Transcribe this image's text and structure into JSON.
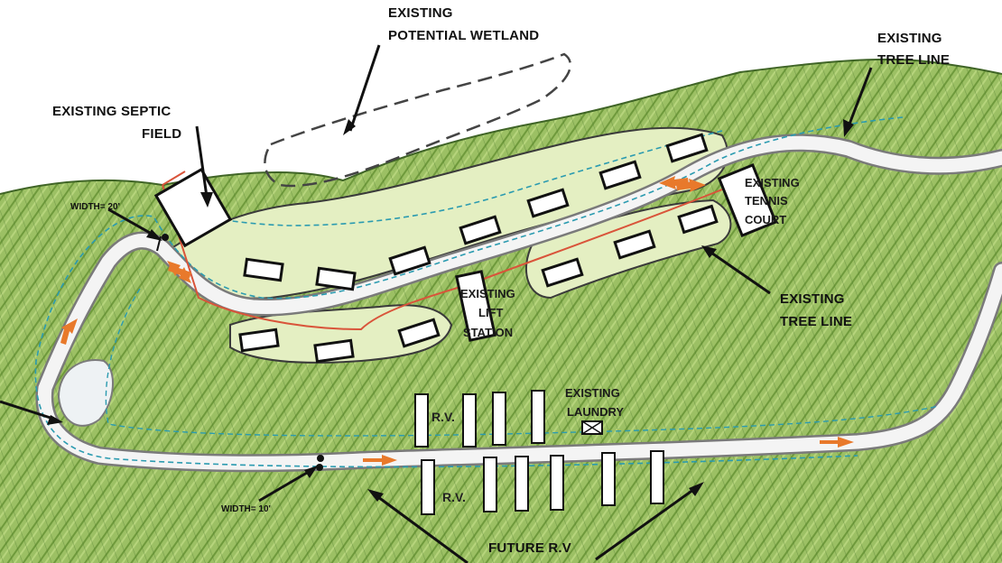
{
  "colors": {
    "vegetation": "#8fb55a",
    "vegetation_dark": "#4f7a2f",
    "clearing": "#e4efc2",
    "road": "#f4f4f4",
    "road_edge": "#7a7a7a",
    "sewer_line": "#d9543a",
    "water_line": "#2b9bb0",
    "flow_arrow": "#e8792b",
    "wetland_outline": "#444444",
    "label": "#111111"
  },
  "labels": {
    "wetland_line1": "EXISTING",
    "wetland_line2": "POTENTIAL WETLAND",
    "tree_line_top_1": "EXISTING",
    "tree_line_top_2": "TREE LINE",
    "septic_line1": "EXISTING SEPTIC",
    "septic_line2": "FIELD",
    "width_top": "WIDTH= 20'",
    "tennis_1": "EXISTING",
    "tennis_2": "TENNIS",
    "tennis_3": "COURT",
    "tree_line_mid_1": "EXISTING",
    "tree_line_mid_2": "TREE LINE",
    "lift_1": "EXISTING",
    "lift_2": "LIFT",
    "lift_3": "STATION",
    "laundry_1": "EXISTING",
    "laundry_2": "LAUNDRY",
    "rv_top": "R.V.",
    "rv_bottom": "R.V.",
    "width_bottom": "WIDTH= 10'",
    "future_rv": "FUTURE R.V"
  },
  "icons": {
    "flow": "arrow-icon",
    "survey_point": "point-icon"
  }
}
